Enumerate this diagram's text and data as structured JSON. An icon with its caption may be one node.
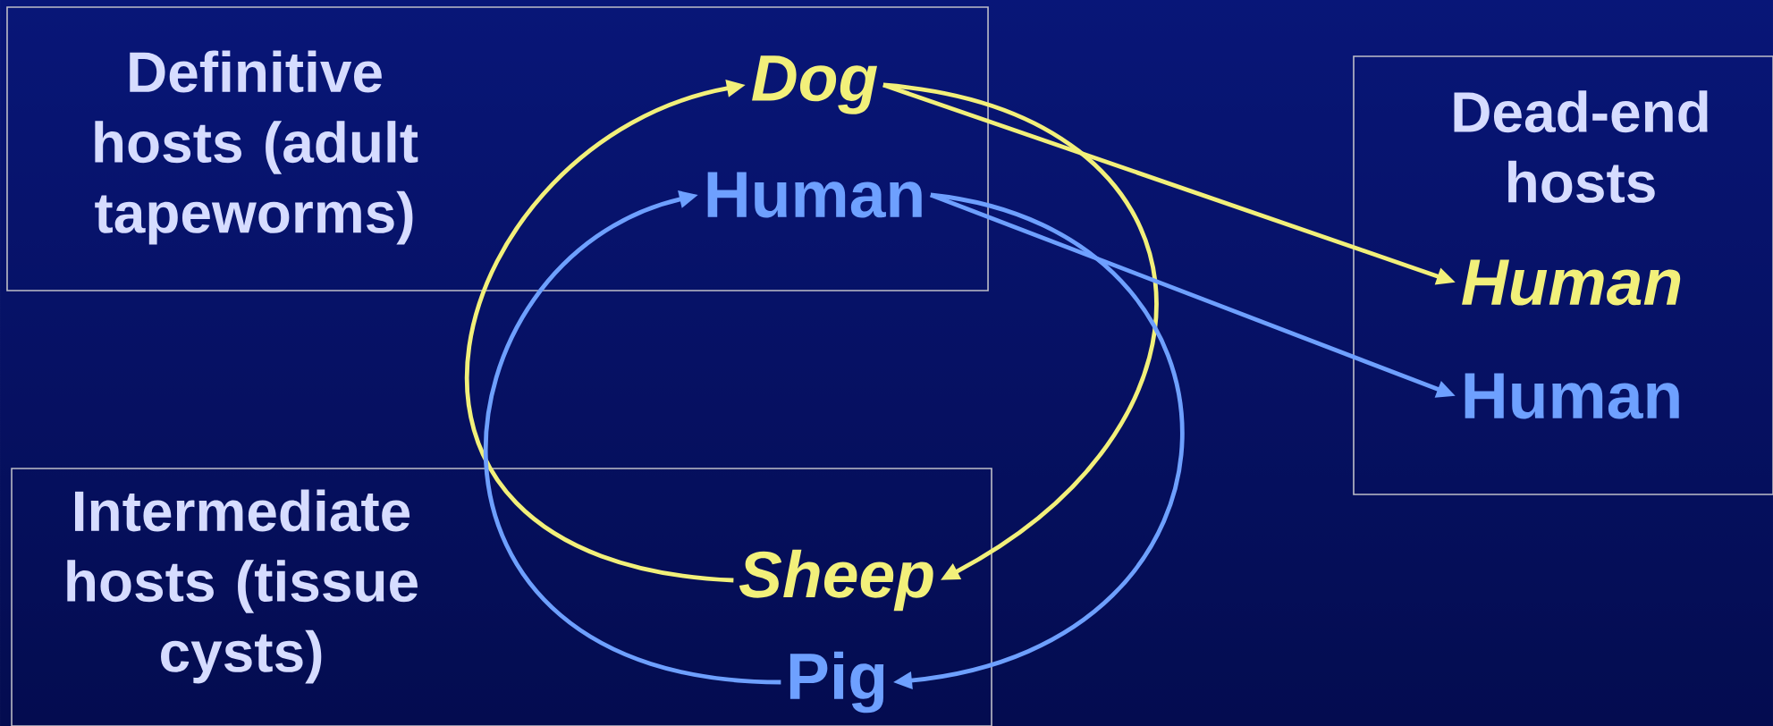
{
  "diagram": {
    "nodes": [
      {
        "text": [
          "Definitive hosts (adult tapeworms)"
        ]
      },
      {
        "text": [
          "Dog"
        ],
        "in": 0
      },
      {
        "text": [
          "Human"
        ],
        "in": 0
      },
      {
        "text": [
          "Dead-end hosts"
        ]
      },
      {
        "text": [
          "Human"
        ],
        "in": 3
      },
      {
        "text": [
          "Human"
        ],
        "in": 3
      },
      {
        "text": [
          "Intermediate hosts (tissue cysts)"
        ]
      },
      {
        "text": [
          "Sheep"
        ],
        "in": 6
      },
      {
        "text": [
          "Pig"
        ],
        "in": 6
      }
    ],
    "edges": [
      {
        "from": 1,
        "to": 7,
        "arrow": "to",
        "color": "#f2f07a"
      },
      {
        "from": 7,
        "to": 1,
        "arrow": "to",
        "color": "#f2f07a"
      },
      {
        "from": 1,
        "to": 4,
        "arrow": "to",
        "color": "#f2f07a"
      },
      {
        "from": 2,
        "to": 8,
        "arrow": "to",
        "color": "#6ea0ff"
      },
      {
        "from": 8,
        "to": 2,
        "arrow": "to",
        "color": "#6ea0ff"
      },
      {
        "from": 2,
        "to": 5,
        "arrow": "to",
        "color": "#6ea0ff"
      }
    ]
  }
}
